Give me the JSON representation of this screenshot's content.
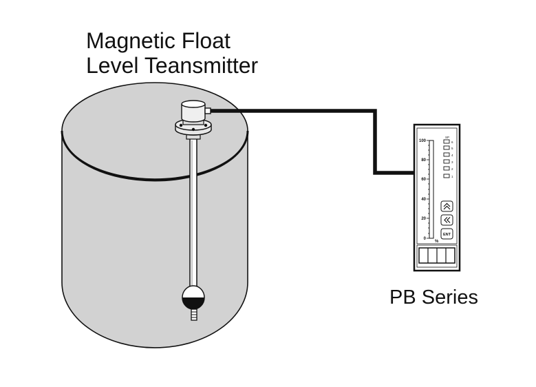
{
  "diagram": {
    "title_line1": "Magnetic Float",
    "title_line2": "Level Teansmitter",
    "device_label": "PB Series"
  },
  "meter": {
    "scale_ticks": [
      "100",
      "80",
      "60",
      "40",
      "20",
      "0"
    ],
    "unit": "%",
    "indicator_header": "SP",
    "indicator_numbers": [
      "6",
      "5",
      "4",
      "3",
      "2",
      "1"
    ],
    "enter_button": "ENT"
  },
  "colors": {
    "tank_fill": "#d2d2d2",
    "outline": "#111111",
    "cable": "#111111"
  }
}
